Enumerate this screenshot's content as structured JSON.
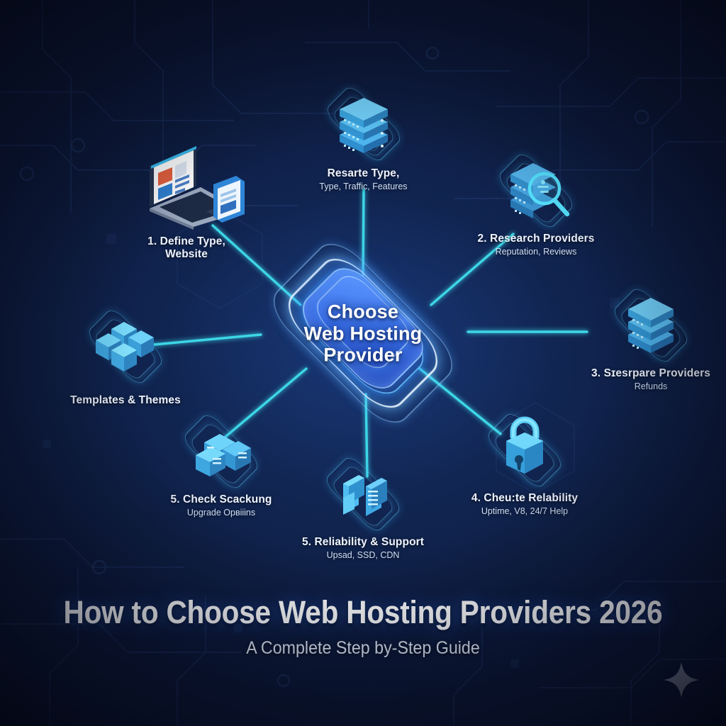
{
  "poster": {
    "main_title": "How to Choose Web Hosting Providers 2026",
    "subtitle": "A Complete Step by-Step Guide",
    "hub_label_line1": "Choose",
    "hub_label_line2": "Web Hosting",
    "hub_label_line3": "Provider",
    "watermark": "sparkle-star"
  },
  "colors": {
    "background_deep": "#0b1533",
    "background_mid": "#17305f",
    "accent_cyan": "#35e3f0",
    "accent_blue": "#3f7df0",
    "icon_blue": "#4db2f0",
    "text_primary": "#ffffff",
    "text_secondary": "#cfe0f7"
  },
  "nodes": [
    {
      "id": "define-type",
      "icon": "laptop-website-icon",
      "title": "1. Define Type,",
      "title2": "Website",
      "subtitle": ""
    },
    {
      "id": "resarte-type",
      "icon": "server-stack-icon",
      "title": "Resarte Type,",
      "title2": "",
      "subtitle": "Type, Traffic, Features"
    },
    {
      "id": "research-providers",
      "icon": "server-magnifier-icon",
      "title": "2. Research Providers",
      "title2": "",
      "subtitle": "Reputation, Reviews"
    },
    {
      "id": "compare-providers",
      "icon": "server-stack-icon",
      "title": "3. Sɪesrpare Providers",
      "title2": "",
      "subtitle": "Refunds"
    },
    {
      "id": "check-reliability",
      "icon": "padlock-icon",
      "title": "4. Cheu:te Relability",
      "title2": "",
      "subtitle": "Uptime, V8, 24/7 Help"
    },
    {
      "id": "reliability-support",
      "icon": "server-tower-icon",
      "title": "5. Reliability & Support",
      "title2": "",
      "subtitle": "Upsad, SSD, CDN"
    },
    {
      "id": "check-scaling",
      "icon": "server-boxes-icon",
      "title": "5. Check Scackung",
      "title2": "",
      "subtitle": "Upgrade Opʙiiins"
    },
    {
      "id": "templates-themes",
      "icon": "cubes-icon",
      "title": "Templates & Themes",
      "title2": "",
      "subtitle": ""
    }
  ]
}
